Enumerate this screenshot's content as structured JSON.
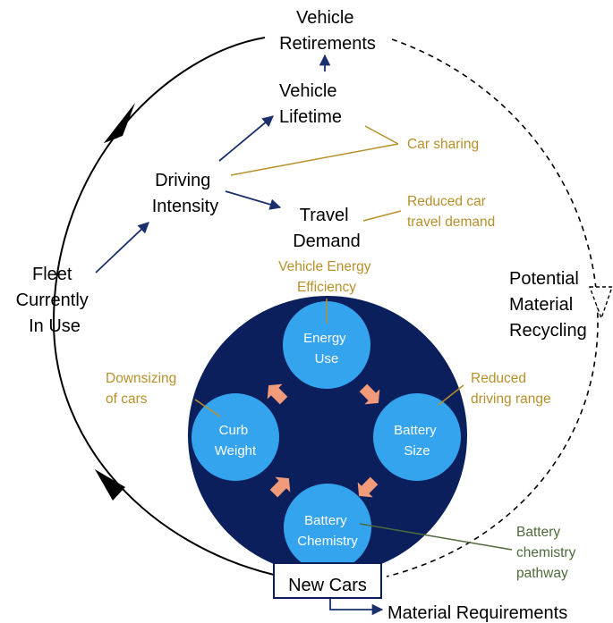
{
  "labels": {
    "retirements": [
      "Vehicle",
      "Retirements"
    ],
    "lifetime": [
      "Vehicle",
      "Lifetime"
    ],
    "driving": [
      "Driving",
      "Intensity"
    ],
    "travel": [
      "Travel",
      "Demand"
    ],
    "fleet": [
      "Fleet",
      "Currently",
      "In Use"
    ],
    "recycling": [
      "Potential",
      "Material",
      "Recycling"
    ],
    "new_cars": "New Cars",
    "material_req": "Material Requirements"
  },
  "levers": {
    "car_sharing": [
      "Car sharing"
    ],
    "reduced_travel": [
      "Reduced car",
      "travel demand"
    ],
    "efficiency": [
      "Vehicle Energy",
      "Efficiency"
    ],
    "downsizing": [
      "Downsizing",
      "of cars"
    ],
    "driving_range": [
      "Reduced",
      "driving range"
    ],
    "chemistry_pathway": [
      "Battery",
      "chemistry",
      "pathway"
    ]
  },
  "nodes": {
    "energy": [
      "Energy",
      "Use"
    ],
    "curb": [
      "Curb",
      "Weight"
    ],
    "battery_size": [
      "Battery",
      "Size"
    ],
    "battery_chem": [
      "Battery",
      "Chemistry"
    ]
  },
  "colors": {
    "navy": "#0b1f5c",
    "node": "#35a4ef",
    "lever_gold": "#b8902b",
    "lever_green": "#4e6a3a",
    "feedback_arrow": "#f29b7b",
    "arrow_blue": "#1a2f6b"
  }
}
